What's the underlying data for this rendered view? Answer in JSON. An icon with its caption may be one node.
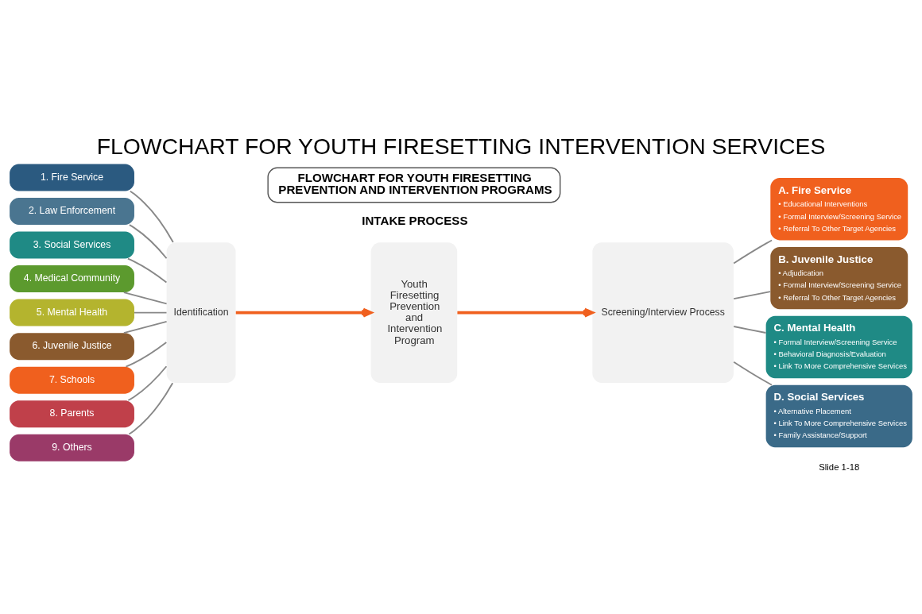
{
  "diagram": {
    "title": "FLOWCHART FOR YOUTH FIRESETTING INTERVENTION SERVICES",
    "nodes": [
      {
        "text": [
          "1. Fire Service"
        ]
      },
      {
        "text": [
          "2. Law Enforcement"
        ]
      },
      {
        "text": [
          "3. Social Services"
        ]
      },
      {
        "text": [
          "4. Medical Community"
        ]
      },
      {
        "text": [
          "5. Mental Health"
        ]
      },
      {
        "text": [
          "6. Juvenile Justice"
        ]
      },
      {
        "text": [
          "7. Schools"
        ]
      },
      {
        "text": [
          "8. Parents"
        ]
      },
      {
        "text": [
          "9. Others"
        ]
      },
      {
        "text": [
          "Identification"
        ]
      },
      {
        "text": [
          "Youth Firesetting Prevention and Intervention Program"
        ]
      },
      {
        "text": [
          "Screening/Interview Process"
        ]
      },
      {
        "text": [
          "A. Fire Service",
          "• Educational Interventions",
          "• Formal Interview/Screening Service",
          "• Referral To Other Target Agencies"
        ]
      },
      {
        "text": [
          "B. Juvenile Justice",
          "• Adjudication",
          "• Formal Interview/Screening Service",
          "• Referral To Other Target Agencies"
        ]
      },
      {
        "text": [
          "C. Mental Health",
          "• Formal Interview/Screening Service",
          "• Behavioral Diagnosis/Evaluation",
          "• Link To More Comprehensive Services"
        ]
      },
      {
        "text": [
          "D. Social Services",
          "• Alternative Placement",
          "• Link To More Comprehensive Services",
          "• Family Assistance/Support"
        ]
      }
    ],
    "edges": [
      {
        "from": 0,
        "to": 9,
        "arrow": "none"
      },
      {
        "from": 1,
        "to": 9,
        "arrow": "none"
      },
      {
        "from": 2,
        "to": 9,
        "arrow": "none"
      },
      {
        "from": 3,
        "to": 9,
        "arrow": "none"
      },
      {
        "from": 4,
        "to": 9,
        "arrow": "none"
      },
      {
        "from": 5,
        "to": 9,
        "arrow": "none"
      },
      {
        "from": 6,
        "to": 9,
        "arrow": "none"
      },
      {
        "from": 7,
        "to": 9,
        "arrow": "none"
      },
      {
        "from": 8,
        "to": 9,
        "arrow": "none"
      },
      {
        "from": 9,
        "to": 10,
        "arrow": "to",
        "color": "#f0601e",
        "style": "thick"
      },
      {
        "from": 10,
        "to": 11,
        "arrow": "to",
        "color": "#f0601e",
        "style": "thick"
      },
      {
        "from": 11,
        "to": 12,
        "arrow": "none"
      },
      {
        "from": 11,
        "to": 13,
        "arrow": "none"
      },
      {
        "from": 11,
        "to": 14,
        "arrow": "none"
      },
      {
        "from": 11,
        "to": 15,
        "arrow": "none"
      }
    ],
    "labels": [
      "FLOWCHART FOR YOUTH FIRESETTING PREVENTION AND INTERVENTION PROGRAMS",
      "INTAKE PROCESS",
      "Slide 1-18"
    ]
  }
}
